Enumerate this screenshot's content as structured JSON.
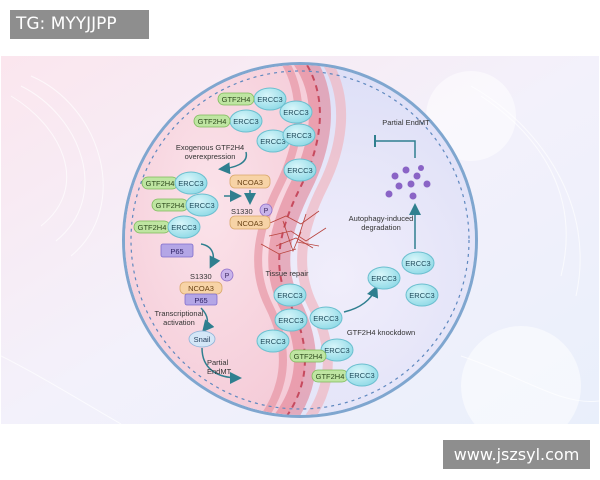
{
  "watermark_top": "TG: MYYJJPP",
  "watermark_bottom": "www.jszsyl.com",
  "diagram": {
    "proteins": {
      "ercc3": "ERCC3",
      "gtf2h4": "GTF2H4",
      "ncoa3": "NCOA3",
      "p65": "P65",
      "snail": "Snail",
      "phospho": "P",
      "site": "S1330"
    },
    "labels": {
      "exogenous_line1": "Exogenous GTF2H4",
      "exogenous_line2": "overexpression",
      "transcriptional_line1": "Transcriptional",
      "transcriptional_line2": "activation",
      "partial_endmt_left_line1": "Partial",
      "partial_endmt_left_line2": "EndMT",
      "tissue_repair": "Tissue repair",
      "knockdown": "GTF2H4 knockdown",
      "autophagy_line1": "Autophagy-induced",
      "autophagy_line2": "degradation",
      "partial_endmt_right": "Partial EndMT"
    }
  }
}
